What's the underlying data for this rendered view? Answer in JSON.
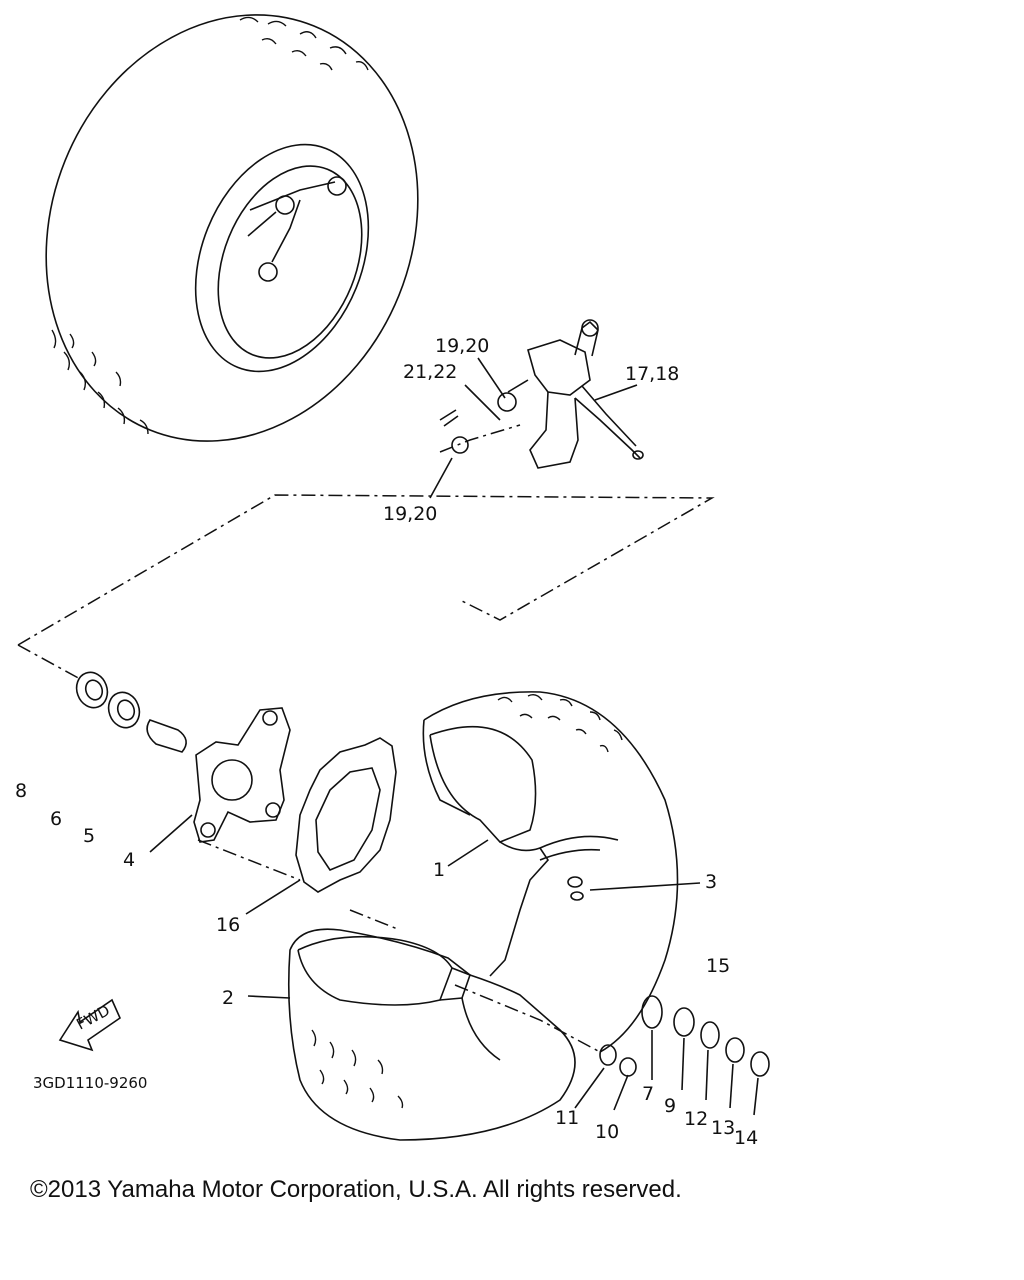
{
  "diagram": {
    "callouts": {
      "c1": "1",
      "c2": "2",
      "c3": "3",
      "c4": "4",
      "c5": "5",
      "c6": "6",
      "c7": "7",
      "c8": "8",
      "c9": "9",
      "c10": "10",
      "c11": "11",
      "c12": "12",
      "c13": "13",
      "c14": "14",
      "c15": "15",
      "c16": "16",
      "c1718": "17,18",
      "c1920a": "19,20",
      "c1920b": "19,20",
      "c2122": "21,22"
    },
    "fwd_label": "FWD",
    "part_code": "3GD1110-9260"
  },
  "footer": {
    "copyright": "©2013 Yamaha Motor Corporation, U.S.A. All rights reserved."
  }
}
